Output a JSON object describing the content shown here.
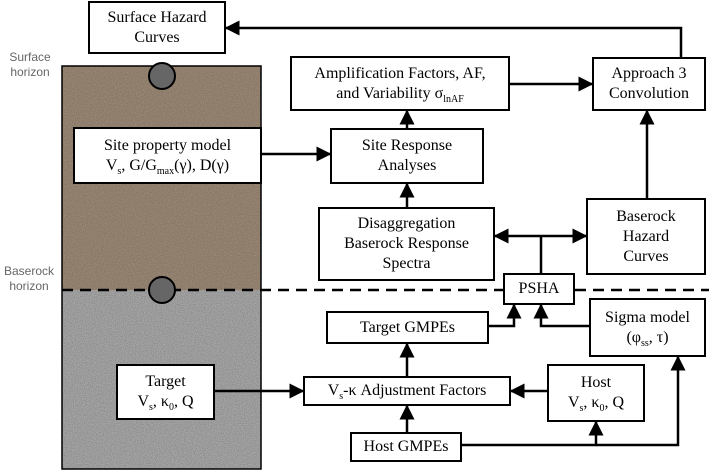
{
  "colors": {
    "soil": "#7f6d5b",
    "rock": "#9a9a9a",
    "node": "#666666",
    "line": "#000000",
    "label": "#666666"
  },
  "labels": {
    "surface_line1": "Surface",
    "surface_line2": "horizon",
    "baserock_line1": "Baserock",
    "baserock_line2": "horizon"
  },
  "boxes": {
    "surface_hazard": {
      "line1": "Surface Hazard",
      "line2": "Curves"
    },
    "amplification": {
      "line1": "Amplification Factors, AF,",
      "line2_text": "and Variability  σ",
      "line2_sub": "lnAF"
    },
    "approach3": {
      "line1": "Approach 3",
      "line2": "Convolution"
    },
    "site_property": {
      "line1": "Site property model",
      "l2_a": "V",
      "l2_a_sub": "s",
      "l2_b": ", G/G",
      "l2_b_sub": "max",
      "l2_c": "(γ),  D(γ)"
    },
    "site_response": {
      "line1": "Site Response",
      "line2": "Analyses"
    },
    "disaggregation": {
      "line1": "Disaggregation",
      "line2": "Baserock Response",
      "line3": "Spectra"
    },
    "baserock_hazard": {
      "line1": "Baserock",
      "line2": "Hazard",
      "line3": "Curves"
    },
    "psha": {
      "line1": "PSHA"
    },
    "target_gmpes": {
      "line1": "Target GMPEs"
    },
    "sigma_model": {
      "line1": "Sigma model",
      "l2_a": "(φ",
      "l2_a_sub": "ss",
      "l2_b": ",  τ)"
    },
    "target": {
      "line1": "Target",
      "l2_a": "V",
      "l2_a_sub": "s",
      "l2_b": ", κ",
      "l2_b_sub": "0",
      "l2_c": ", Q"
    },
    "adjustment": {
      "a": "V",
      "a_sub": "s",
      "b": "-κ Adjustment Factors"
    },
    "host": {
      "line1": "Host",
      "l2_a": "V",
      "l2_a_sub": "s",
      "l2_b": ", κ",
      "l2_b_sub": "0",
      "l2_c": ", Q"
    },
    "host_gmpes": {
      "line1": "Host GMPEs"
    }
  }
}
